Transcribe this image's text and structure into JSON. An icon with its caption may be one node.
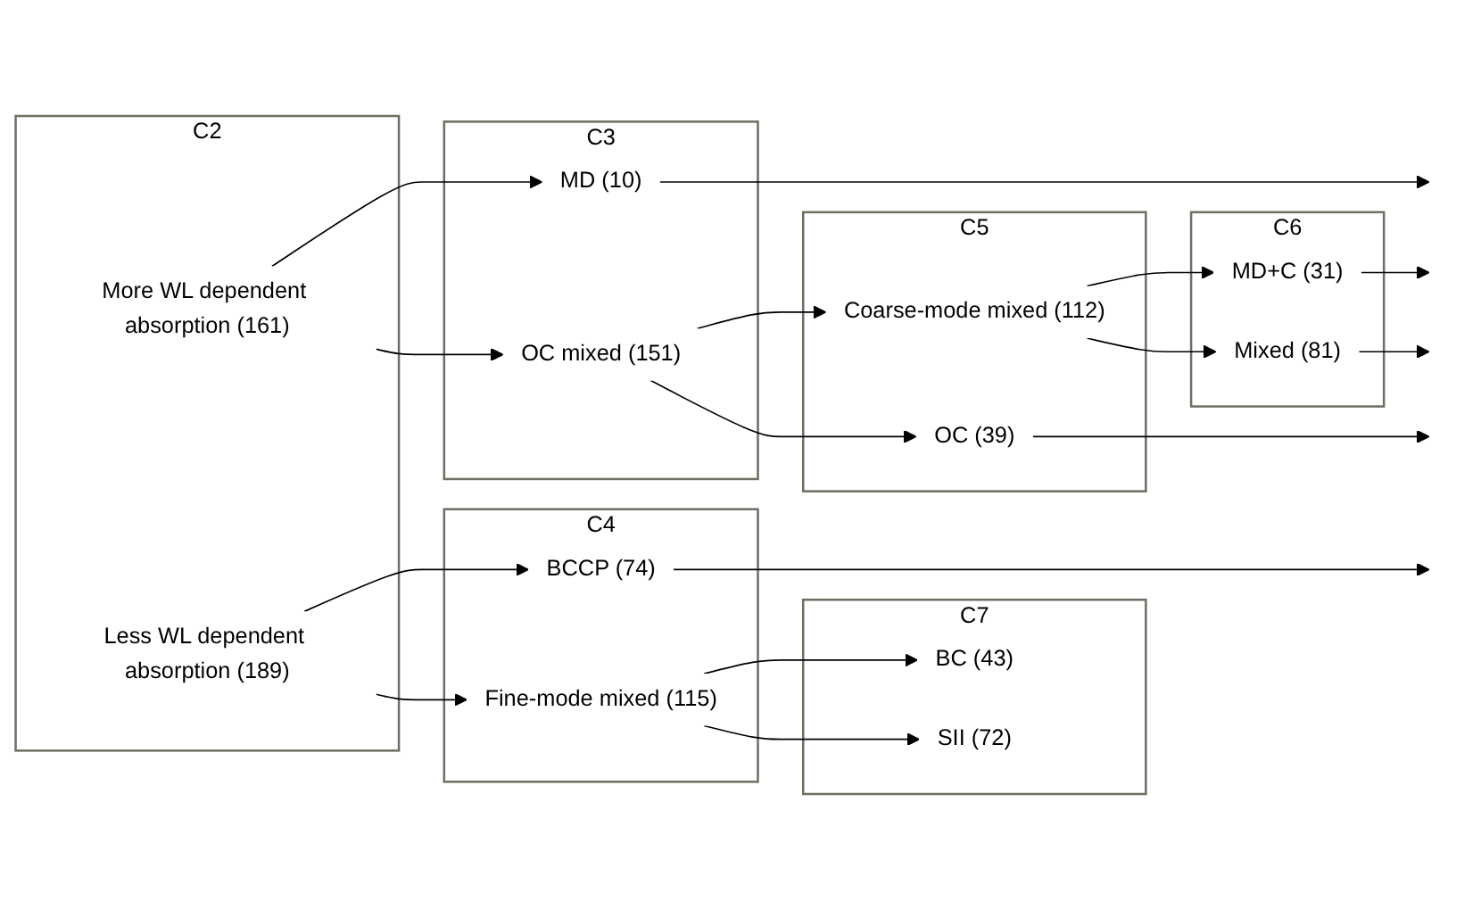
{
  "diagram": {
    "nodes": [
      {
        "text": [
          "C2"
        ]
      },
      {
        "text": [
          "C3"
        ]
      },
      {
        "text": [
          "C4"
        ]
      },
      {
        "text": [
          "C5"
        ]
      },
      {
        "text": [
          "C6"
        ]
      },
      {
        "text": [
          "C7"
        ]
      },
      {
        "text": [
          "More WL dependent absorption (161)"
        ],
        "in": 0
      },
      {
        "text": [
          "MD (10)"
        ],
        "in": 1
      },
      {
        "text": [
          "OC mixed (151)"
        ],
        "in": 1
      },
      {
        "text": [
          "Coarse-mode mixed (112)"
        ],
        "in": 3
      },
      {
        "text": [
          "MD+C (31)"
        ],
        "in": 4
      },
      {
        "text": [
          "Mixed (81)"
        ],
        "in": 4
      },
      {
        "text": [
          "OC (39)"
        ],
        "in": 3
      },
      {
        "text": [
          "Less WL dependent absorption (189)"
        ],
        "in": 0
      },
      {
        "text": [
          "BCCP (74)"
        ],
        "in": 2
      },
      {
        "text": [
          "Fine-mode mixed (115)"
        ],
        "in": 2
      },
      {
        "text": [
          "BC (43)"
        ],
        "in": 5
      },
      {
        "text": [
          "SII (72)"
        ],
        "in": 5
      }
    ],
    "edges": [
      {
        "from": 6,
        "to": 7,
        "arrow": "to"
      },
      {
        "from": 6,
        "to": 8,
        "arrow": "to"
      },
      {
        "from": 7,
        "to": null,
        "arrow": "to"
      },
      {
        "from": 8,
        "to": 9,
        "arrow": "to"
      },
      {
        "from": 8,
        "to": 12,
        "arrow": "to"
      },
      {
        "from": 9,
        "to": 10,
        "arrow": "to"
      },
      {
        "from": 9,
        "to": 11,
        "arrow": "to"
      },
      {
        "from": 10,
        "to": null,
        "arrow": "to"
      },
      {
        "from": 11,
        "to": null,
        "arrow": "to"
      },
      {
        "from": 12,
        "to": null,
        "arrow": "to"
      },
      {
        "from": 13,
        "to": 14,
        "arrow": "to"
      },
      {
        "from": 13,
        "to": 15,
        "arrow": "to"
      },
      {
        "from": 14,
        "to": null,
        "arrow": "to"
      },
      {
        "from": 15,
        "to": 16,
        "arrow": "to"
      },
      {
        "from": 15,
        "to": 17,
        "arrow": "to"
      }
    ]
  }
}
